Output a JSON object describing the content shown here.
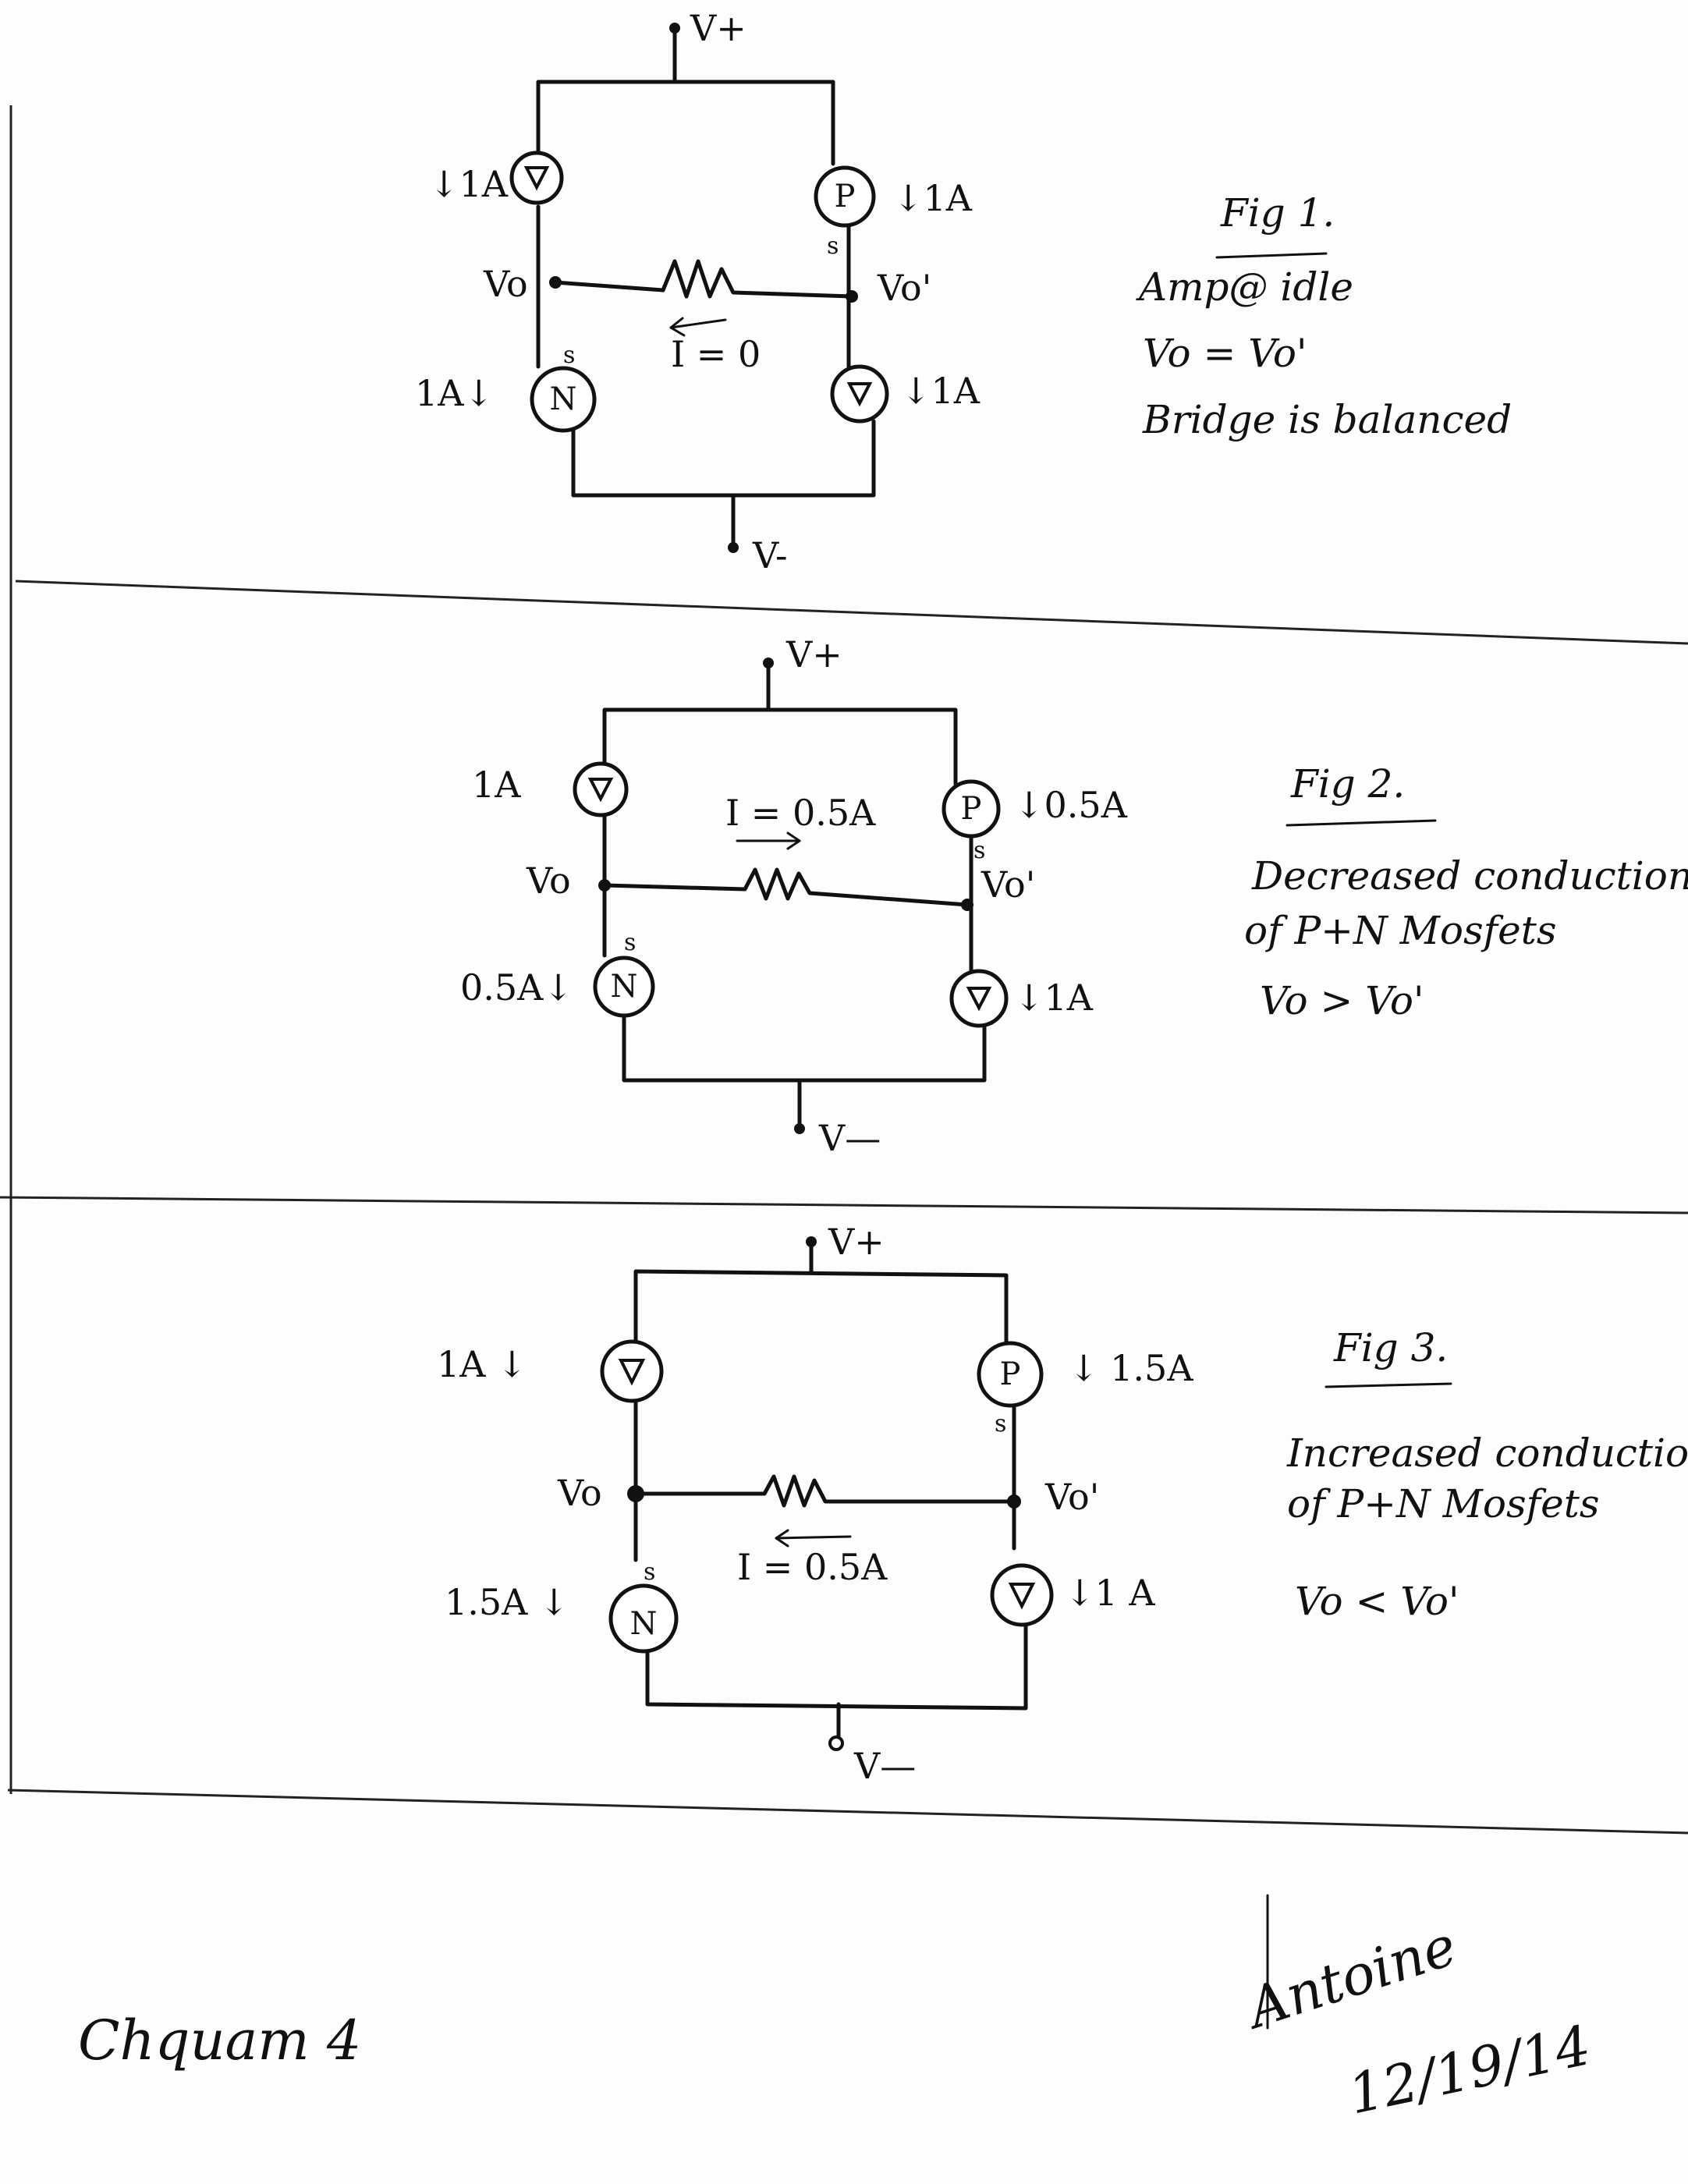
{
  "figures": [
    {
      "id": "fig1",
      "title": "Fig 1.",
      "notes": [
        "Amp@ idle",
        "Vo = Vo'",
        "Bridge is balanced"
      ],
      "supply_top": "V+",
      "supply_bottom": "V-",
      "left_top_device": "",
      "left_top_current": "↓1A",
      "right_top_device": "P",
      "right_top_current": "↓1A",
      "left_bottom_device": "N",
      "left_bottom_current": "1A↓",
      "right_bottom_device": "",
      "right_bottom_current": "↓1A",
      "node_left": "Vo",
      "node_right": "Vo'",
      "resistor_current": "I = 0",
      "source_marks": [
        "s",
        "s"
      ]
    },
    {
      "id": "fig2",
      "title": "Fig 2.",
      "notes": [
        "Decreased conduction",
        "of P+N Mosfets",
        "Vo > Vo'"
      ],
      "supply_top": "V+",
      "supply_bottom": "V—",
      "left_top_device": "",
      "left_top_current": "1A",
      "right_top_device": "P",
      "right_top_current": "↓0.5A",
      "left_bottom_device": "N",
      "left_bottom_current": "0.5A↓",
      "right_bottom_device": "",
      "right_bottom_current": "↓1A",
      "node_left": "Vo",
      "node_right": "Vo'",
      "resistor_current": "I = 0.5A",
      "source_marks": [
        "s",
        "s"
      ]
    },
    {
      "id": "fig3",
      "title": "Fig 3.",
      "notes": [
        "Increased conduction",
        "of P+N Mosfets",
        "Vo < Vo'"
      ],
      "supply_top": "V+",
      "supply_bottom": "V—",
      "left_top_device": "",
      "left_top_current": "1A ↓",
      "right_top_device": "P",
      "right_top_current": "↓ 1.5A",
      "left_bottom_device": "N",
      "left_bottom_current": "1.5A ↓",
      "right_bottom_device": "",
      "right_bottom_current": "↓1 A",
      "node_left": "Vo",
      "node_right": "Vo'",
      "resistor_current": "I = 0.5A",
      "source_marks": [
        "s",
        "s"
      ]
    }
  ],
  "footer": {
    "left_signature": "Chquam 4",
    "right_signature": "Antoine",
    "date": "12/19/14"
  },
  "colors": {
    "ink": "#111111",
    "paper": "#fdfdfd"
  }
}
